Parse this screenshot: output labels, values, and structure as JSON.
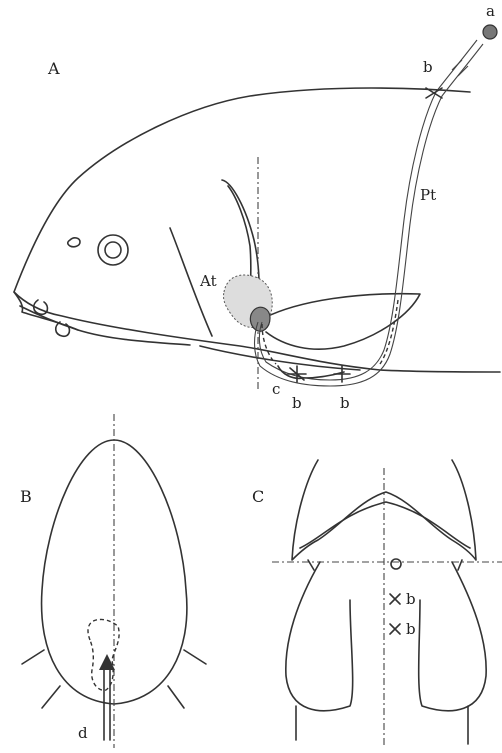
{
  "panels": {
    "A": {
      "label": "A",
      "labels": {
        "a": "a",
        "b_top": "b",
        "Pt": "Pt",
        "At": "At",
        "c": "c",
        "b_bottom_1": "b",
        "b_bottom_2": "b"
      }
    },
    "B": {
      "label": "B",
      "labels": {
        "d": "d"
      }
    },
    "C": {
      "label": "C",
      "labels": {
        "b_1": "b",
        "b_2": "b"
      }
    }
  },
  "colors": {
    "line": "#333333",
    "background": "#ffffff"
  }
}
